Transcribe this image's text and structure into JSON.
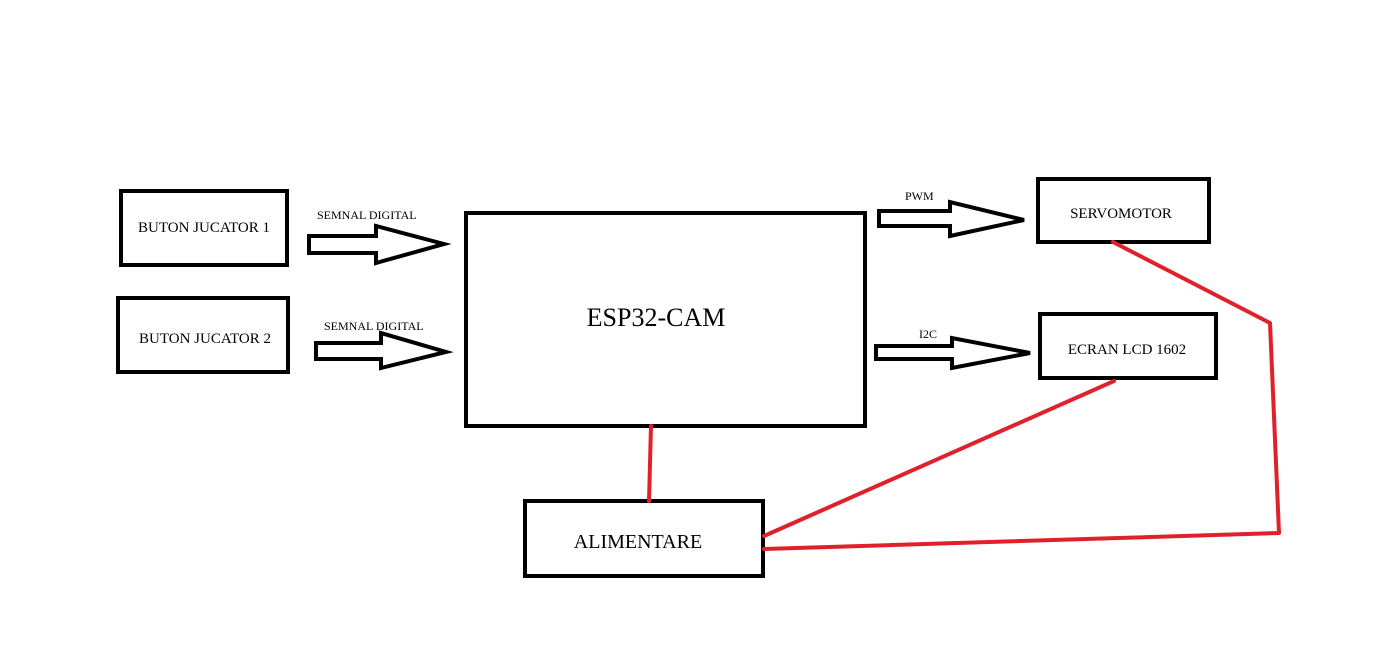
{
  "colors": {
    "background": "#ffffff",
    "stroke": "#000000",
    "power_line": "#e0202a"
  },
  "blocks": {
    "button1": "BUTON JUCATOR 1",
    "button2": "BUTON JUCATOR 2",
    "mcu": "ESP32-CAM",
    "servo": "SERVOMOTOR",
    "lcd": "ECRAN LCD 1602",
    "power": "ALIMENTARE"
  },
  "signals": {
    "button1_to_mcu": "SEMNAL DIGITAL",
    "button2_to_mcu": "SEMNAL DIGITAL",
    "mcu_to_servo": "PWM",
    "mcu_to_lcd": "I2C"
  }
}
